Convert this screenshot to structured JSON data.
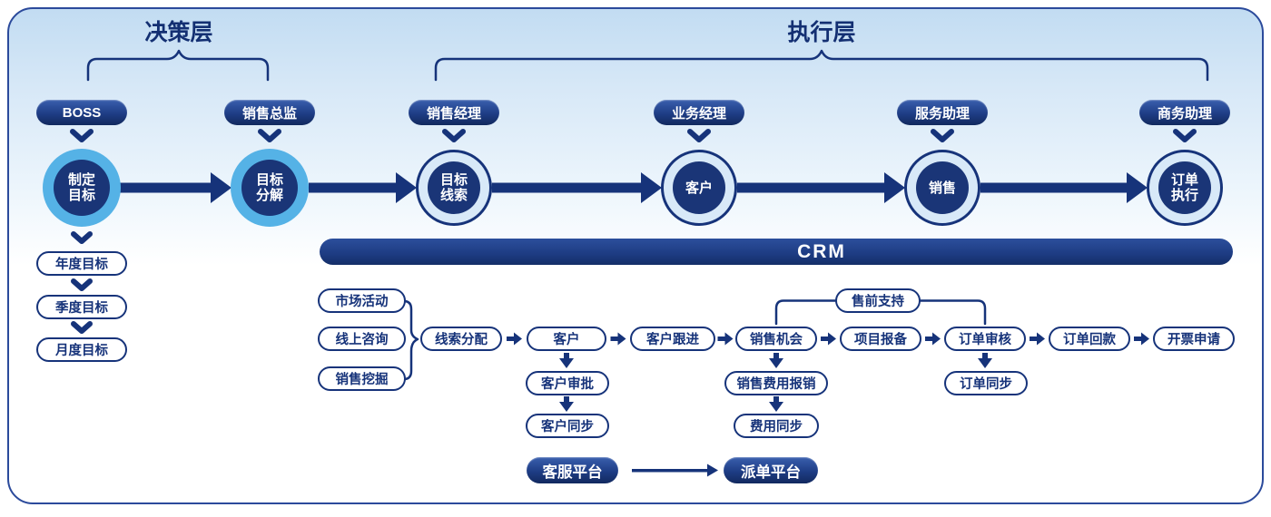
{
  "titles": {
    "decision": "决策层",
    "execution": "执行层"
  },
  "roles": [
    "BOSS",
    "销售总监",
    "销售经理",
    "业务经理",
    "服务助理",
    "商务助理"
  ],
  "stages": [
    {
      "l1": "制定",
      "l2": "目标"
    },
    {
      "l1": "目标",
      "l2": "分解"
    },
    {
      "l1": "目标",
      "l2": "线索"
    },
    {
      "l1": "客户",
      "l2": ""
    },
    {
      "l1": "销售",
      "l2": ""
    },
    {
      "l1": "订单",
      "l2": "执行"
    }
  ],
  "goals": [
    "年度目标",
    "季度目标",
    "月度目标"
  ],
  "crm": {
    "label": "CRM"
  },
  "lead_sources": [
    "市场活动",
    "线上咨询",
    "销售挖掘"
  ],
  "flow": [
    "线索分配",
    "客户",
    "客户跟进",
    "销售机会",
    "项目报备",
    "订单审核",
    "订单回款",
    "开票申请"
  ],
  "presale_support": "售前支持",
  "customer_chain": [
    "客户审批",
    "客户同步"
  ],
  "expense_chain": [
    "销售费用报销",
    "费用同步"
  ],
  "order_chain": [
    "订单同步"
  ],
  "platforms": [
    "客服平台",
    "派单平台"
  ],
  "colors": {
    "navy": "#16337a",
    "dark_pill": "#1e3d85",
    "ring_sky": "#55b2e6",
    "ring_pale": "#d8e9f8",
    "node_fill": "#1a3577",
    "bg_top": "#c2dcf2",
    "bg_bottom": "#ffffff",
    "card_border": "#2b4a9b"
  }
}
